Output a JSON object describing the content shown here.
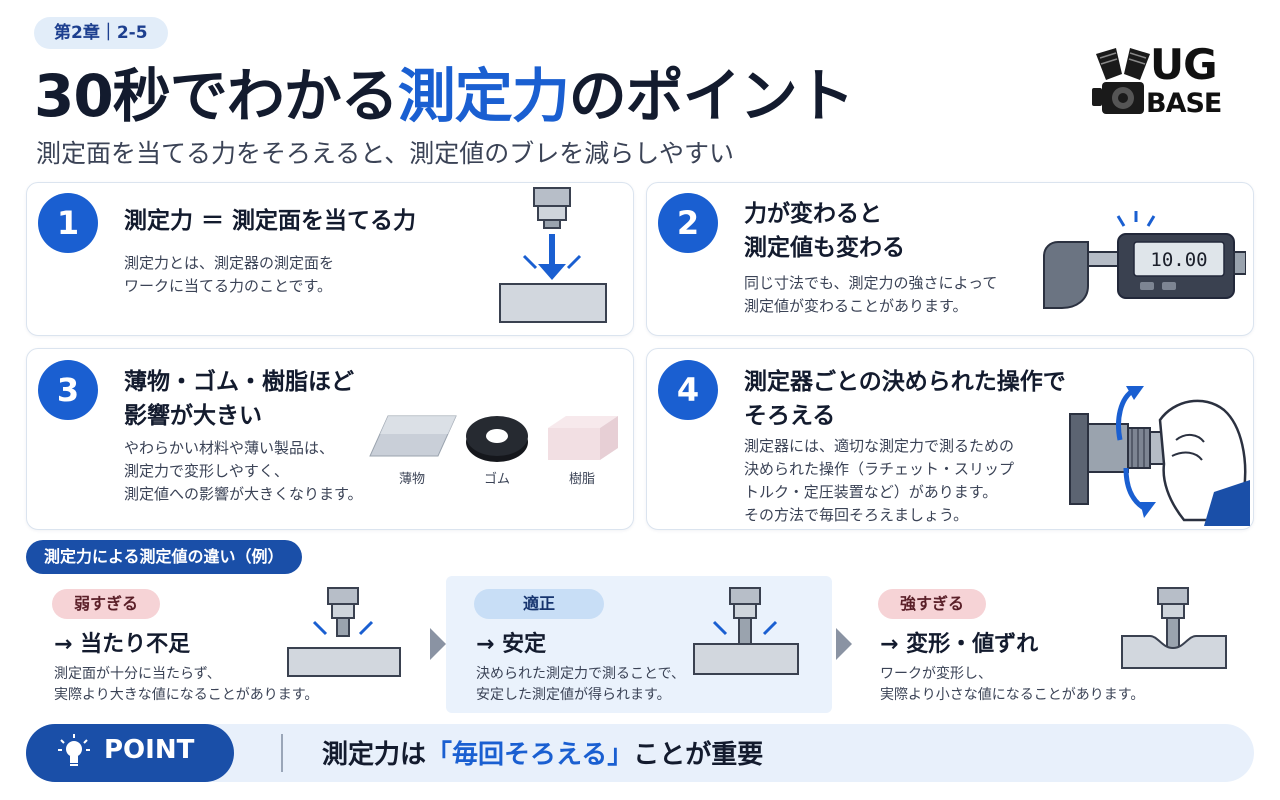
{
  "header": {
    "chapter": "第2章｜2-5",
    "title_pre": "30秒でわかる",
    "title_hl": "測定力",
    "title_post": "のポイント",
    "subtitle": "測定面を当てる力をそろえると、測定値のブレを減らしやすい",
    "logo_top": "UG",
    "logo_bottom": "BASE"
  },
  "cards": [
    {
      "num": "1",
      "title_lines": [
        "測定力 ＝ 測定面を当てる力"
      ],
      "body_lines": [
        "測定力とは、測定器の測定面を",
        "ワークに当てる力のことです。"
      ]
    },
    {
      "num": "2",
      "title_lines": [
        "力が変わると",
        "測定値も変わる"
      ],
      "body_lines": [
        "同じ寸法でも、測定力の強さによって",
        "測定値が変わることがあります。"
      ],
      "display": "10.00"
    },
    {
      "num": "3",
      "title_lines": [
        "薄物・ゴム・樹脂ほど",
        "影響が大きい"
      ],
      "body_lines": [
        "やわらかい材料や薄い製品は、",
        "測定力で変形しやすく、",
        "測定値への影響が大きくなります。"
      ],
      "materials": [
        "薄物",
        "ゴム",
        "樹脂"
      ]
    },
    {
      "num": "4",
      "title_lines": [
        "測定器ごとの決められた操作で",
        "そろえる"
      ],
      "body_lines": [
        "測定器には、適切な測定力で測るための",
        "決められた操作（ラチェット・スリップ",
        "トルク・定圧装置など）があります。",
        "その方法で毎回そろえましょう。"
      ]
    }
  ],
  "comparison": {
    "heading": "測定力による測定値の違い（例）",
    "columns": [
      {
        "badge": "弱すぎる",
        "result": "→ 当たり不足",
        "body_lines": [
          "測定面が十分に当たらず、",
          "実際より大きな値になることがあります。"
        ]
      },
      {
        "badge": "適正",
        "result": "→ 安定",
        "body_lines": [
          "決められた測定力で測ることで、",
          "安定した測定値が得られます。"
        ]
      },
      {
        "badge": "強すぎる",
        "result": "→ 変形・値ずれ",
        "body_lines": [
          "ワークが変形し、",
          "実際より小さな値になることがあります。"
        ]
      }
    ]
  },
  "point": {
    "label": "POINT",
    "msg_pre": "測定力は",
    "msg_hl": "「毎回そろえる」",
    "msg_post": "ことが重要"
  },
  "colors": {
    "accent": "#1a5fd1",
    "navy": "#1a4fa8",
    "pink_badge": "#f6d3d6",
    "blue_badge": "#c8def6"
  }
}
